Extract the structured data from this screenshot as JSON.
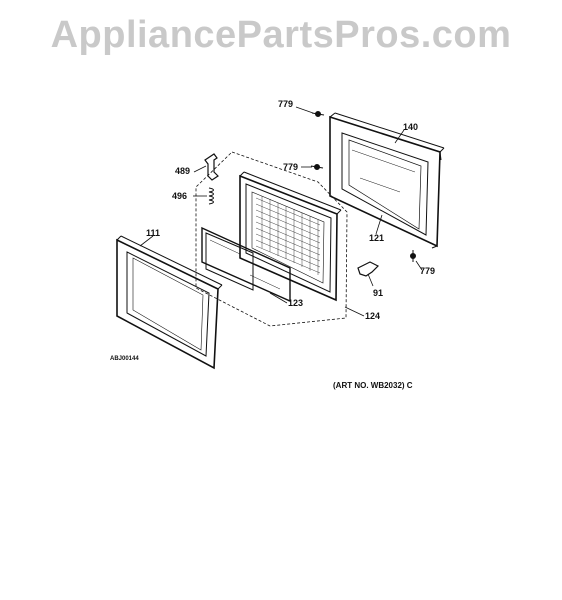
{
  "watermark": "AppliancePartsPros.com",
  "parts": {
    "p779a": "779",
    "p779b": "779",
    "p779c": "779",
    "p140": "140",
    "p489": "489",
    "p496": "496",
    "p111": "111",
    "p121": "121",
    "p123": "123",
    "p124": "124",
    "p91": "91"
  },
  "diagram_code": "ABJ00144",
  "art_number": "(ART NO. WB2032) C",
  "colors": {
    "line": "#111111",
    "watermark": "#c9c9c9",
    "background": "#ffffff"
  }
}
